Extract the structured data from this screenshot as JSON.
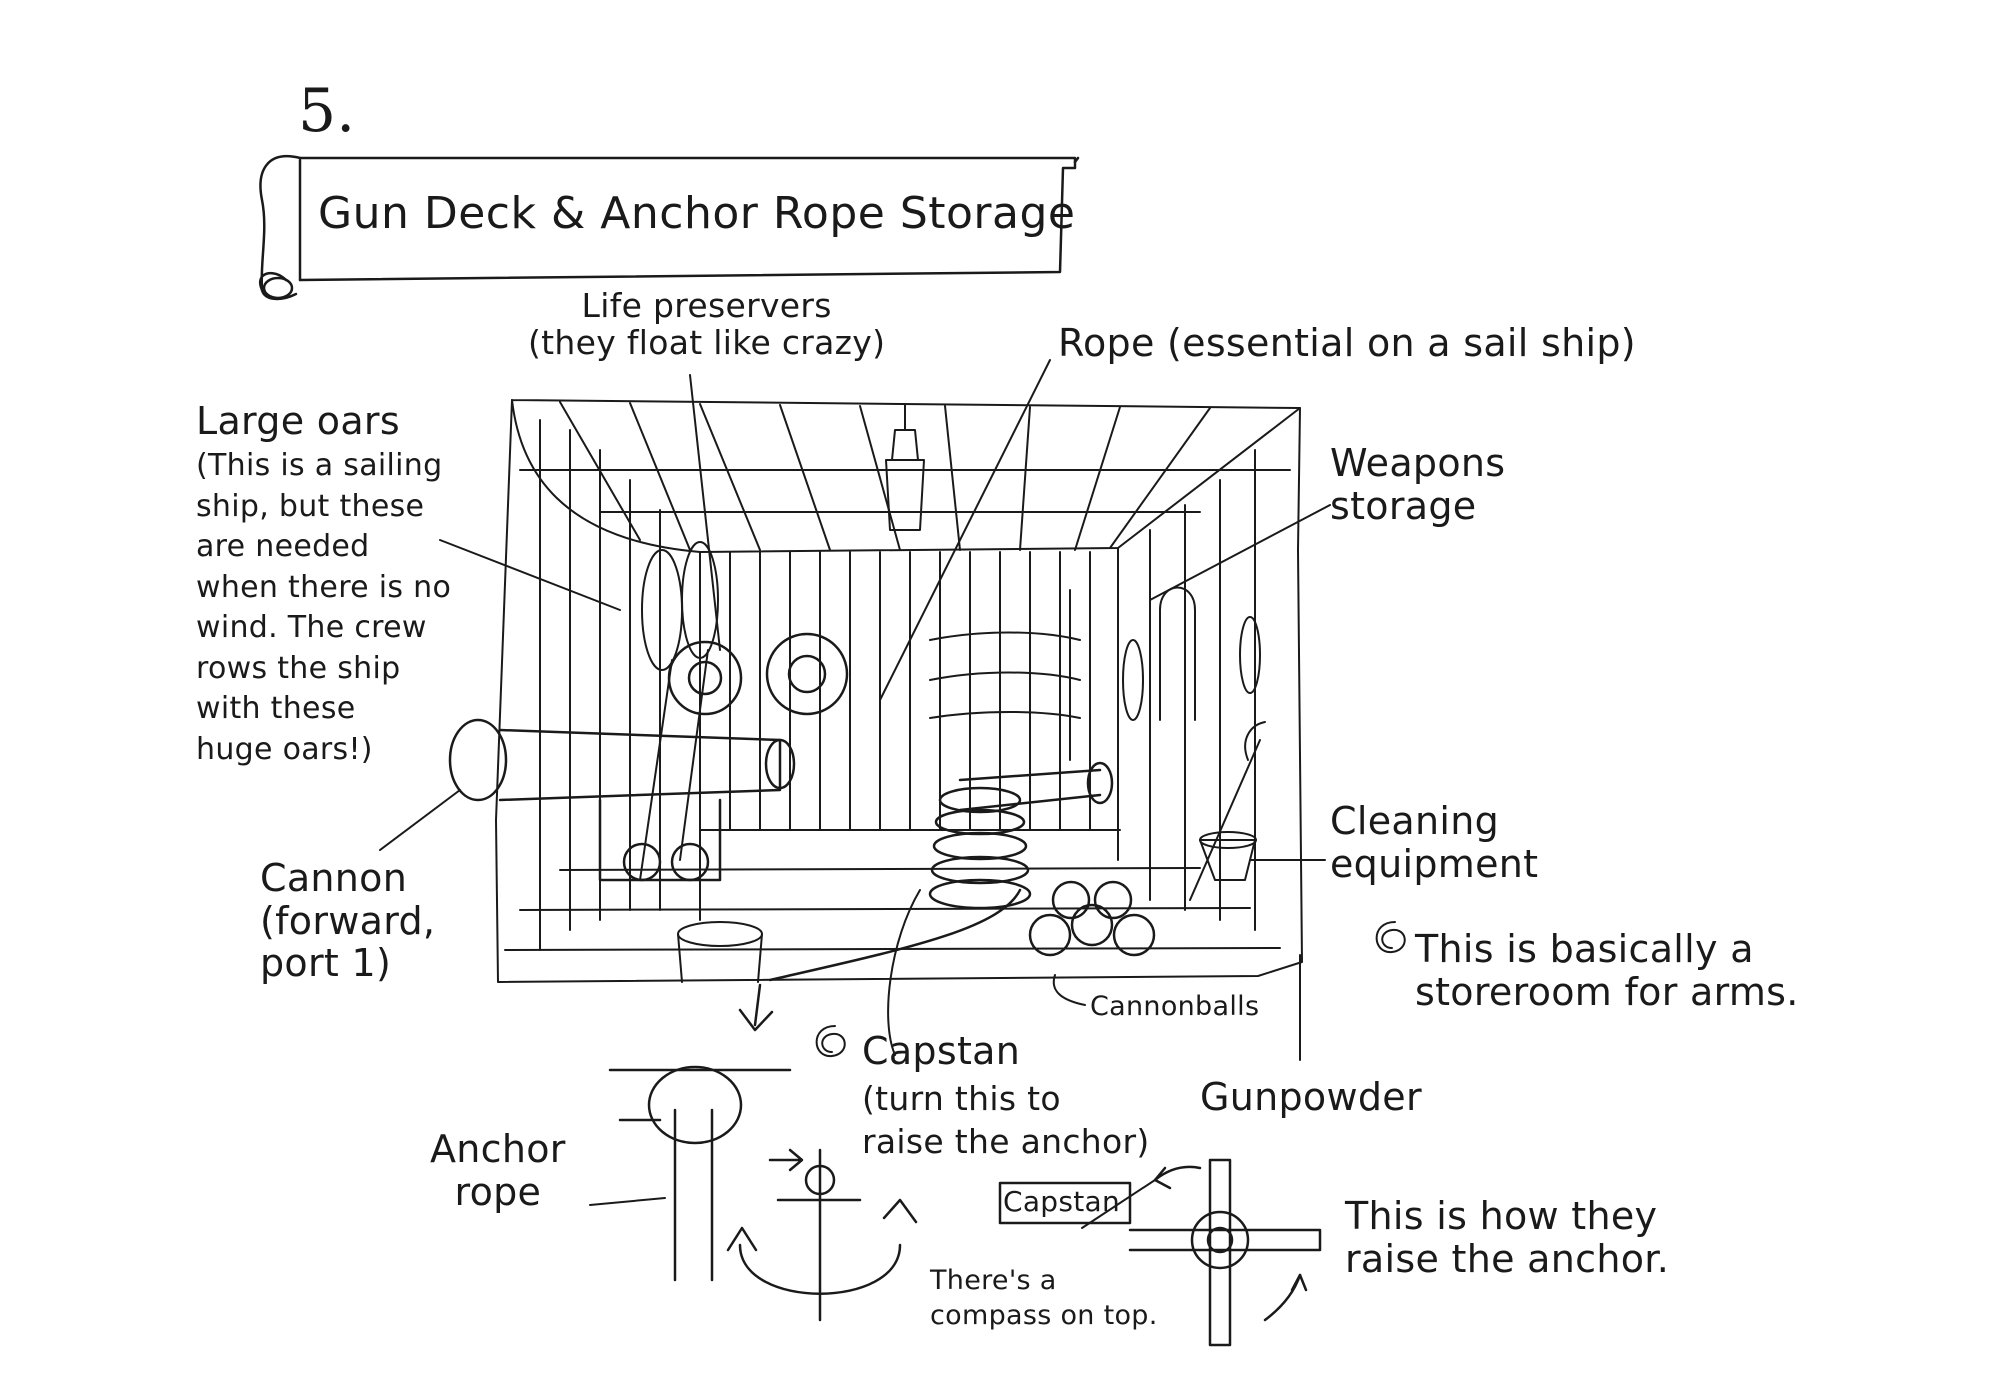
{
  "page": {
    "number": "5.",
    "title": "Gun Deck & Anchor Rope Storage"
  },
  "labels": {
    "life_preservers": "Life preservers\n(they float like crazy)",
    "rope": "Rope (essential on a sail ship)",
    "large_oars_title": "Large oars",
    "large_oars_note": "(This is a sailing\nship, but these\nare needed\nwhen there is no\nwind. The crew\nrows the ship\nwith these\nhuge oars!)",
    "weapons_storage": "Weapons\nstorage",
    "cleaning_equipment": "Cleaning\nequipment",
    "cannon": "Cannon\n(forward,\nport 1)",
    "storeroom_note": "This is basically a\nstoreroom for arms.",
    "cannonballs": "Cannonballs",
    "capstan": "Capstan",
    "capstan_note": "(turn this to\nraise the anchor)",
    "gunpowder": "Gunpowder",
    "anchor_rope": "Anchor\nrope",
    "capstan_tag": "Capstan",
    "compass_note": "There's a\ncompass on top.",
    "raise_anchor_note": "This is how they\nraise the anchor."
  },
  "icons": [
    "scroll-banner-icon",
    "anchor-icon",
    "capstan-icon",
    "curved-arrow-icon",
    "swirl-bullet-icon"
  ],
  "colors": {
    "ink": "#1a1a1a",
    "paper": "#ffffff"
  }
}
